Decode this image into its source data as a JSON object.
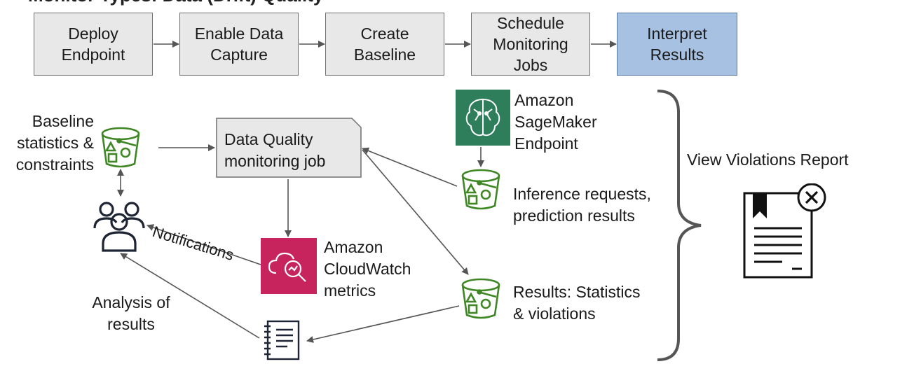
{
  "header": {
    "partial_title": "Monitor Types: Data (Drift) Quality"
  },
  "steps": [
    {
      "label": "Deploy\nEndpoint",
      "active": false
    },
    {
      "label": "Enable Data\nCapture",
      "active": false
    },
    {
      "label": "Create\nBaseline",
      "active": false
    },
    {
      "label": "Schedule\nMonitoring\nJobs",
      "active": false
    },
    {
      "label": "Interpret\nResults",
      "active": true
    }
  ],
  "nodes": {
    "baseline_label": "Baseline\nstatistics &\nconstraints",
    "job_label": "Data Quality\nmonitoring job",
    "sagemaker_label": "Amazon\nSageMaker\nEndpoint",
    "inference_label": "Inference requests,\nprediction results",
    "cloudwatch_label": "Amazon\nCloudWatch\nmetrics",
    "results_label": "Results: Statistics\n& violations",
    "analysis_label": "Analysis of\nresults",
    "notifications_label": "Notifications",
    "view_report_label": "View Violations Report"
  },
  "colors": {
    "step_fill": "#e8e8e8",
    "step_active_fill": "#a6c1e2",
    "bucket_green": "#3f8624",
    "sagemaker_green": "#2e7d5b",
    "cloudwatch_pink": "#c7245e",
    "arrow_gray": "#555555"
  },
  "icons": [
    "s3-bucket-icon",
    "users-icon",
    "sagemaker-icon",
    "cloudwatch-icon",
    "notebook-icon",
    "violation-report-icon",
    "curly-brace"
  ]
}
